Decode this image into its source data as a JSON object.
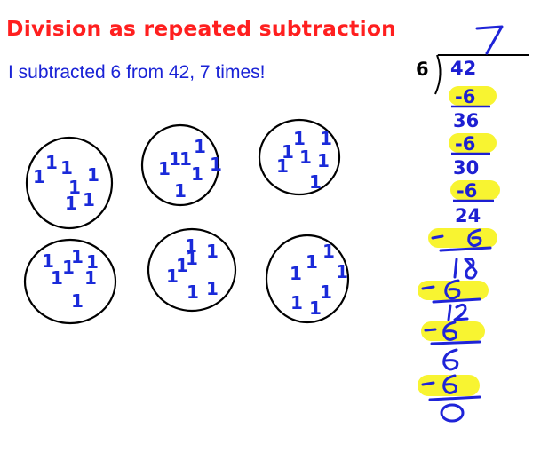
{
  "title": "Division as repeated subtraction",
  "subtitle": "I subtracted 6 from 42, 7 times!",
  "groups": {
    "count": 6,
    "ones_per_group": 7,
    "glyph": "1"
  },
  "long_division": {
    "divisor": "6",
    "dividend": "42",
    "quotient": "7",
    "subtract_label": "-6",
    "typed_remainders": [
      "36",
      "30",
      "24"
    ],
    "handwritten_remainders": [
      "18",
      "12",
      "6",
      "0"
    ],
    "subtractions_count": 7
  },
  "colors": {
    "title": "#ff1f1f",
    "subtitle": "#1a23d6",
    "ones": "#1a2ad9",
    "highlight": "#f7f31f",
    "ink": "#1f24d8"
  }
}
